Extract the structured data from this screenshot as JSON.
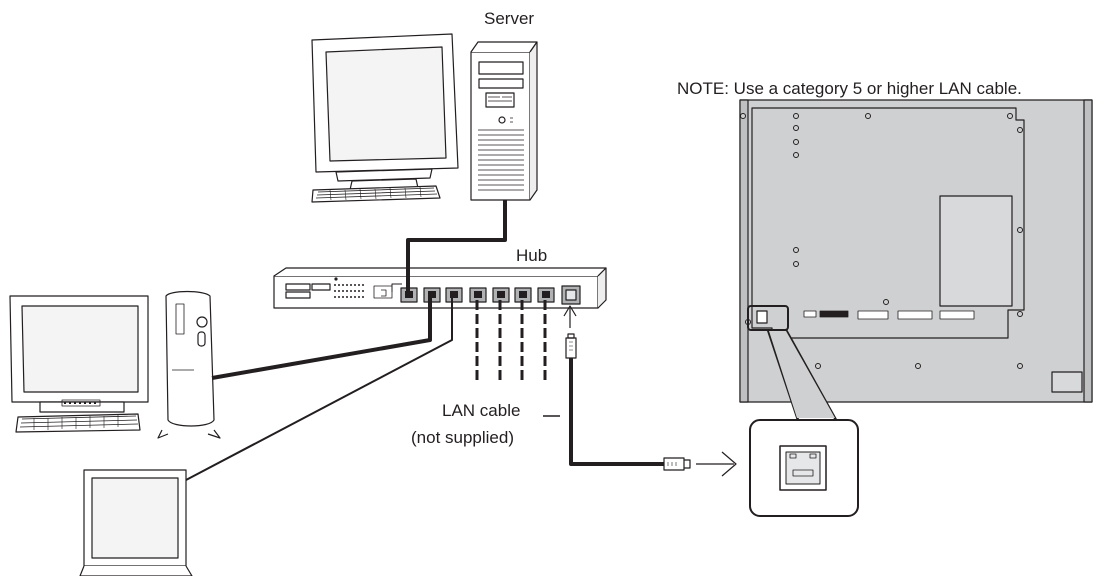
{
  "labels": {
    "server": "Server",
    "hub": "Hub",
    "note": "NOTE: Use a category 5 or higher LAN cable.",
    "lan_cable_line1": "LAN cable",
    "lan_cable_line2": "(not supplied)"
  },
  "colors": {
    "line": "#231f20",
    "panel_gray": "#cfd0d1",
    "screen_gray": "#e6e7e8"
  },
  "devices": [
    "server-computer",
    "hub",
    "desktop-computer",
    "laptop-computer",
    "display-rear-panel",
    "lan-port-zoom"
  ]
}
